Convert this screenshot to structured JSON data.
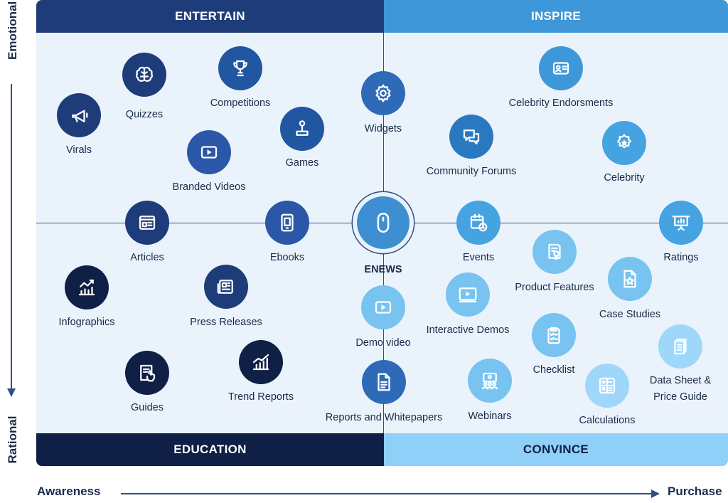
{
  "axes": {
    "y_top": "Emotional",
    "y_bottom": "Rational",
    "x_left": "Awareness",
    "x_right": "Purchase"
  },
  "quadrants": {
    "top_left": "ENTERTAIN",
    "top_right": "INSPIRE",
    "bottom_left": "EDUCATION",
    "bottom_right": "CONVINCE"
  },
  "colors": {
    "navy_dark": "#0f1f45",
    "navy": "#1f3c7a",
    "blue": "#2e6ab8",
    "blue_mid": "#3e97d8",
    "blue_light": "#78c3f0",
    "blue_pale": "#9fd7fa",
    "paper": "#eaf3fb"
  },
  "items": [
    {
      "id": "virals",
      "label": "Virals",
      "icon": "megaphone-icon",
      "color": "#1f3c7a"
    },
    {
      "id": "quizzes",
      "label": "Quizzes",
      "icon": "brain-icon",
      "color": "#1f3c7a"
    },
    {
      "id": "competitions",
      "label": "Competitions",
      "icon": "trophy-icon",
      "color": "#2156a0"
    },
    {
      "id": "branded-videos",
      "label": "Branded Videos",
      "icon": "video-icon",
      "color": "#2a57a8"
    },
    {
      "id": "games",
      "label": "Games",
      "icon": "joystick-icon",
      "color": "#2156a0"
    },
    {
      "id": "widgets",
      "label": "Widgets",
      "icon": "gear-icon",
      "color": "#2e6ab8"
    },
    {
      "id": "celebrity-endorsements",
      "label": "Celebrity Endorsments",
      "icon": "id-card-icon",
      "color": "#3e97d8"
    },
    {
      "id": "community-forums",
      "label": "Community Forums",
      "icon": "chat-bubbles-icon",
      "color": "#2a78c0"
    },
    {
      "id": "celebrity",
      "label": "Celebrity",
      "icon": "star-badge-icon",
      "color": "#45a3e2"
    },
    {
      "id": "articles",
      "label": "Articles",
      "icon": "article-icon",
      "color": "#1f3c7a"
    },
    {
      "id": "ebooks",
      "label": "Ebooks",
      "icon": "tablet-icon",
      "color": "#2a57a8"
    },
    {
      "id": "enews",
      "label": "ENEWS",
      "icon": "mouse-icon",
      "color": "#3e8fd2"
    },
    {
      "id": "events",
      "label": "Events",
      "icon": "calendar-clock-icon",
      "color": "#45a3e2"
    },
    {
      "id": "ratings",
      "label": "Ratings",
      "icon": "presentation-chart-icon",
      "color": "#45a3e2"
    },
    {
      "id": "infographics",
      "label": "Infographics",
      "icon": "rising-chart-icon",
      "color": "#0f1f45"
    },
    {
      "id": "press-releases",
      "label": "Press Releases",
      "icon": "newspaper-icon",
      "color": "#1f3c7a"
    },
    {
      "id": "demo-video",
      "label": "Demo video",
      "icon": "video-icon",
      "color": "#78c3f0"
    },
    {
      "id": "product-features",
      "label": "Product Features",
      "icon": "certificate-icon",
      "color": "#78c3f0"
    },
    {
      "id": "interactive-demos",
      "label": "Interactive Demos",
      "icon": "video-player-icon",
      "color": "#78c3f0"
    },
    {
      "id": "case-studies",
      "label": "Case Studies",
      "icon": "document-star-icon",
      "color": "#78c3f0"
    },
    {
      "id": "guides",
      "label": "Guides",
      "icon": "guide-touch-icon",
      "color": "#0f1f45"
    },
    {
      "id": "trend-reports",
      "label": "Trend Reports",
      "icon": "bar-chart-icon",
      "color": "#0f1f45"
    },
    {
      "id": "checklist",
      "label": "Checklist",
      "icon": "clipboard-check-icon",
      "color": "#78c3f0"
    },
    {
      "id": "data-sheet",
      "label": "Data Sheet &\nPrice Guide",
      "icon": "stacked-docs-icon",
      "color": "#9fd7fa"
    },
    {
      "id": "reports-whitepapers",
      "label": "Reports and Whitepapers",
      "icon": "document-icon",
      "color": "#2e6ab8"
    },
    {
      "id": "webinars",
      "label": "Webinars",
      "icon": "webinar-icon",
      "color": "#78c3f0"
    },
    {
      "id": "calculations",
      "label": "Calculations",
      "icon": "calculator-icon",
      "color": "#9fd7fa"
    }
  ]
}
